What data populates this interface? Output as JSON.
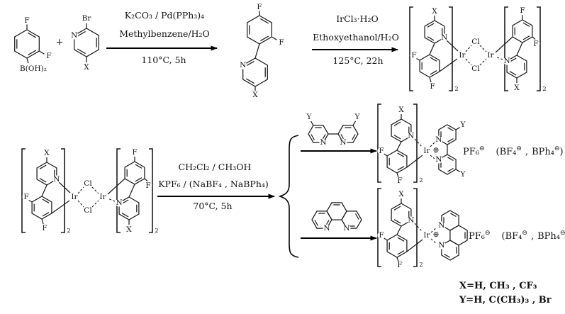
{
  "labels": {
    "F": "F",
    "N": "N",
    "X": "X",
    "Y": "Y",
    "Br": "Br",
    "Ir": "Ir",
    "Cl": "Cl",
    "plus": "+",
    "boronic": "B(OH)₂",
    "sub2": "2",
    "oplus": "⊕",
    "ominus": "⊖"
  },
  "reactions": {
    "step1": {
      "line1": "K₂CO₃ / Pd(PPh₃)₄",
      "line2": "Methylbenzene/H₂O",
      "below": "110°C,  5h"
    },
    "step2": {
      "line1": "IrCl₃·H₂O",
      "line2": "Ethoxyethanol/H₂O",
      "below": "125°C,  22h"
    },
    "step3": {
      "line1": "CH₂Cl₂ / CH₃OH",
      "line2": "KPF₆ / (NaBF₄ , NaBPh₄)",
      "below": "70°C,  5h"
    }
  },
  "counterions": {
    "pf6": "PF₆",
    "open": "(BF₄",
    "sep": ",",
    "bph4": "BPh₄",
    "close": ")"
  },
  "legend": {
    "x_line": "X=H,  CH₃ ,  CF₃",
    "y_line": "Y=H,  C(CH₃)₃ ,  Br"
  }
}
